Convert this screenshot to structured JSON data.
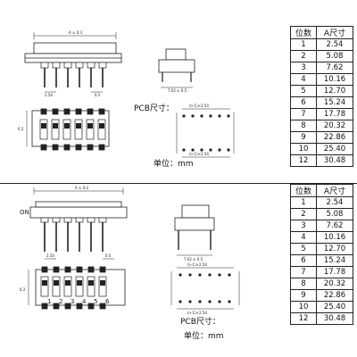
{
  "table": {
    "header_positions": "位数",
    "header_dimension": "A尺寸",
    "rows": [
      {
        "positions": "1",
        "a": "2.54"
      },
      {
        "positions": "2",
        "a": "5.08"
      },
      {
        "positions": "3",
        "a": "7.62"
      },
      {
        "positions": "4",
        "a": "10.16"
      },
      {
        "positions": "5",
        "a": "12.70"
      },
      {
        "positions": "6",
        "a": "15.24"
      },
      {
        "positions": "7",
        "a": "17.78"
      },
      {
        "positions": "8",
        "a": "20.32"
      },
      {
        "positions": "9",
        "a": "22.86"
      },
      {
        "positions": "10",
        "a": "25.40"
      },
      {
        "positions": "12",
        "a": "30.48"
      }
    ]
  },
  "top": {
    "dim_a": "A ± 0.3",
    "dim_pitch": "2.54",
    "dim_lead": "0.5",
    "dim_height": "6.2",
    "dim_side": "7.62 ± 0.5",
    "pcb_label": "PCB尺寸：",
    "unit_label": "单位：mm",
    "pcb_dim_top": "(n-1)×2.54",
    "pcb_dim_bottom": "(n-1)×2.54"
  },
  "bottom": {
    "dim_a": "A ± 0.2",
    "dim_pitch": "2.54",
    "dim_lead": "0.5",
    "dim_height": "6.2",
    "on_label": "ON",
    "dim_side": "7.62 ± 0.5",
    "pcb_label": "PCB尺寸：",
    "unit_label": "单位：mm",
    "pcb_dim_top": "(n-1)×2.54",
    "pcb_dim_bottom": "(n-1)×2.54",
    "switch_numbers": [
      "1",
      "2",
      "3",
      "4",
      "5",
      "6"
    ]
  }
}
